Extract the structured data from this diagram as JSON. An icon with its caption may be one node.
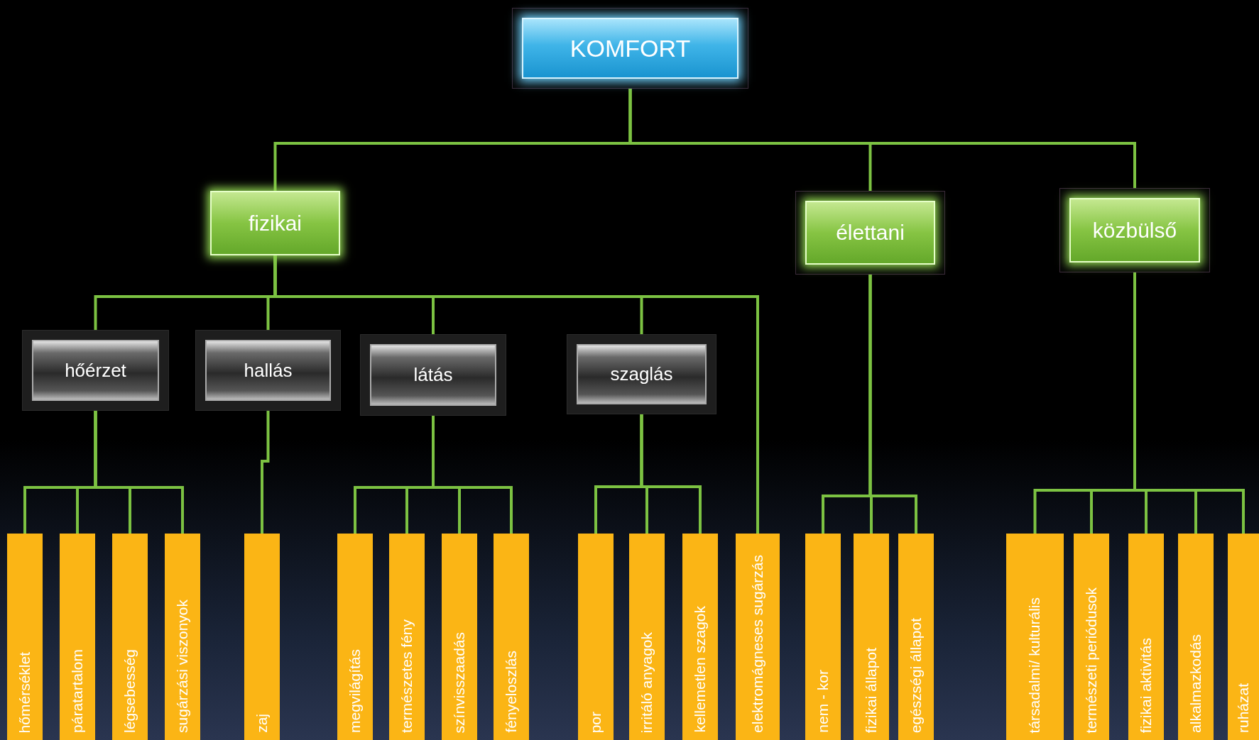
{
  "diagram": {
    "nodes": [
      {
        "text": [
          "KOMFORT"
        ]
      },
      {
        "text": [
          "fizikai"
        ]
      },
      {
        "text": [
          "élettani"
        ]
      },
      {
        "text": [
          "közbülső"
        ]
      },
      {
        "text": [
          "hőérzet"
        ]
      },
      {
        "text": [
          "hallás"
        ]
      },
      {
        "text": [
          "látás"
        ]
      },
      {
        "text": [
          "szaglás"
        ]
      },
      {
        "text": [
          "hőmérséklet"
        ]
      },
      {
        "text": [
          "páratartalom"
        ]
      },
      {
        "text": [
          "légsebesség"
        ]
      },
      {
        "text": [
          "sugárzási viszonyok"
        ]
      },
      {
        "text": [
          "zaj"
        ]
      },
      {
        "text": [
          "megvilágítás"
        ]
      },
      {
        "text": [
          "természetes fény"
        ]
      },
      {
        "text": [
          "színvisszaadás"
        ]
      },
      {
        "text": [
          "fényeloszlás"
        ]
      },
      {
        "text": [
          "por"
        ]
      },
      {
        "text": [
          "irritáló anyagok"
        ]
      },
      {
        "text": [
          "kellemetlen szagok"
        ]
      },
      {
        "text": [
          "elektromágneses sugárzás"
        ]
      },
      {
        "text": [
          "nem - kor"
        ]
      },
      {
        "text": [
          "fizikai állapot"
        ]
      },
      {
        "text": [
          "egészségi állapot"
        ]
      },
      {
        "text": [
          "társadalmi/ kulturális"
        ]
      },
      {
        "text": [
          "természeti periódusok"
        ]
      },
      {
        "text": [
          "fizikai aktivitás"
        ]
      },
      {
        "text": [
          "alkalmazkodás"
        ]
      },
      {
        "text": [
          "ruházat"
        ]
      }
    ],
    "edges": [
      {
        "from": 0,
        "to": 1,
        "arrow": "none"
      },
      {
        "from": 0,
        "to": 2,
        "arrow": "none"
      },
      {
        "from": 0,
        "to": 3,
        "arrow": "none"
      },
      {
        "from": 1,
        "to": 4,
        "arrow": "none"
      },
      {
        "from": 1,
        "to": 5,
        "arrow": "none"
      },
      {
        "from": 1,
        "to": 6,
        "arrow": "none"
      },
      {
        "from": 1,
        "to": 7,
        "arrow": "none"
      },
      {
        "from": 1,
        "to": 20,
        "arrow": "none"
      },
      {
        "from": 4,
        "to": 8,
        "arrow": "none"
      },
      {
        "from": 4,
        "to": 9,
        "arrow": "none"
      },
      {
        "from": 4,
        "to": 10,
        "arrow": "none"
      },
      {
        "from": 4,
        "to": 11,
        "arrow": "none"
      },
      {
        "from": 5,
        "to": 12,
        "arrow": "none"
      },
      {
        "from": 6,
        "to": 13,
        "arrow": "none"
      },
      {
        "from": 6,
        "to": 14,
        "arrow": "none"
      },
      {
        "from": 6,
        "to": 15,
        "arrow": "none"
      },
      {
        "from": 6,
        "to": 16,
        "arrow": "none"
      },
      {
        "from": 7,
        "to": 17,
        "arrow": "none"
      },
      {
        "from": 7,
        "to": 18,
        "arrow": "none"
      },
      {
        "from": 7,
        "to": 19,
        "arrow": "none"
      },
      {
        "from": 2,
        "to": 21,
        "arrow": "none"
      },
      {
        "from": 2,
        "to": 22,
        "arrow": "none"
      },
      {
        "from": 2,
        "to": 23,
        "arrow": "none"
      },
      {
        "from": 3,
        "to": 24,
        "arrow": "none"
      },
      {
        "from": 3,
        "to": 25,
        "arrow": "none"
      },
      {
        "from": 3,
        "to": 26,
        "arrow": "none"
      },
      {
        "from": 3,
        "to": 27,
        "arrow": "none"
      },
      {
        "from": 3,
        "to": 28,
        "arrow": "none"
      }
    ]
  }
}
